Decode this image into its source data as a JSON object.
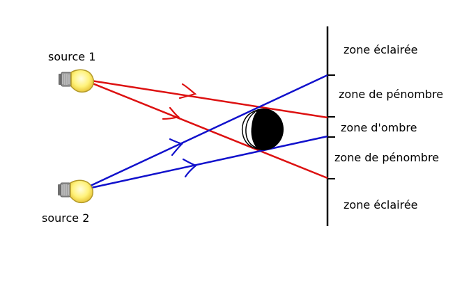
{
  "sources": [
    {
      "label": "source 1",
      "ray_color": "#dd1111"
    },
    {
      "label": "source 2",
      "ray_color": "#1111cc"
    }
  ],
  "zones": [
    {
      "label": "zone éclairée"
    },
    {
      "label": "zone de pénombre"
    },
    {
      "label": "zone d'ombre"
    },
    {
      "label": "zone de pénombre"
    },
    {
      "label": "zone éclairée"
    }
  ],
  "colors": {
    "bulb_glass": "#fff27a",
    "bulb_outline": "#b39a2a",
    "bulb_base": "#8a8a8a",
    "object_fill": "#000000",
    "screen": "#000000"
  }
}
